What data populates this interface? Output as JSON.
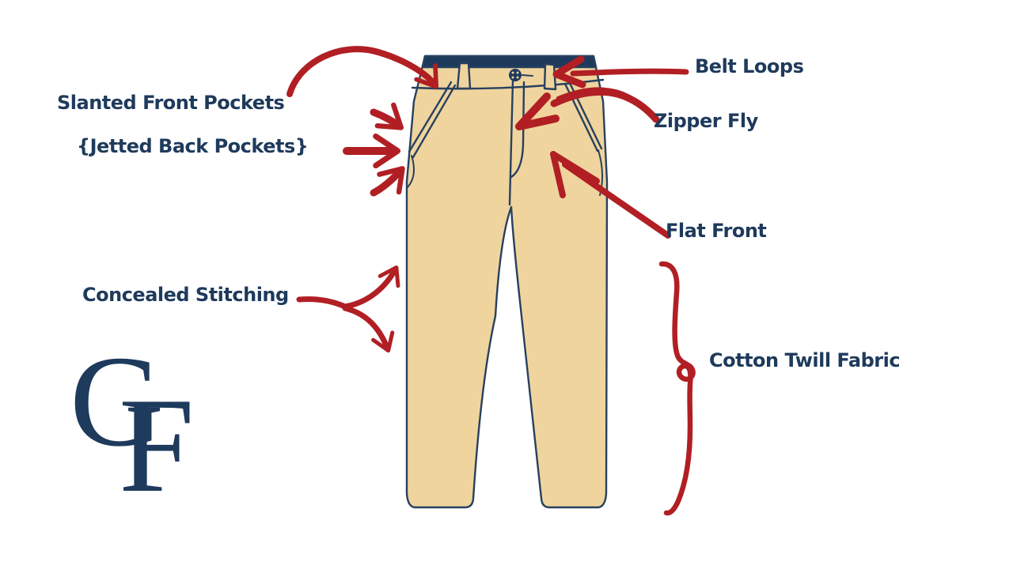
{
  "colors": {
    "navy": "#1e3a5c",
    "khaki": "#f0d49e",
    "red": "#b11f24",
    "background": "#ffffff"
  },
  "logo": {
    "letter_g": "G",
    "letter_f": "F"
  },
  "labels": {
    "slanted_front_pockets": "Slanted Front Pockets",
    "jetted_back_pockets": "{Jetted Back Pockets}",
    "belt_loops": "Belt Loops",
    "zipper_fly": "Zipper Fly",
    "flat_front": "Flat Front",
    "concealed_stitching": "Concealed Stitching",
    "cotton_twill_fabric": "Cotton Twill Fabric"
  },
  "illustration": {
    "subject": "chino-pants-front-view"
  }
}
